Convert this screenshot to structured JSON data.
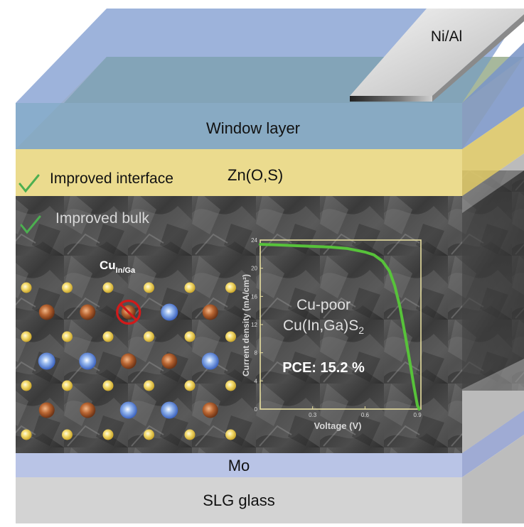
{
  "layers": {
    "contact": "Ni/Al",
    "window": "Window layer",
    "buffer": "Zn(O,S)",
    "back_contact": "Mo",
    "substrate": "SLG glass"
  },
  "improvements": [
    {
      "label": "Improved interface",
      "icon": "check-icon"
    },
    {
      "label": "Improved bulk",
      "icon": "check-icon"
    }
  ],
  "defect": {
    "label_main": "Cu",
    "label_sub": "In/Ga",
    "icon": "forbidden-icon"
  },
  "lattice": {
    "rows": [
      [
        "y",
        "y",
        "y",
        "y",
        "y",
        "y"
      ],
      [
        "b",
        "b",
        "x",
        "u",
        "b"
      ],
      [
        "y",
        "y",
        "y",
        "y",
        "y",
        "y"
      ],
      [
        "u",
        "u",
        "b",
        "b",
        "u"
      ],
      [
        "y",
        "y",
        "y",
        "y",
        "y",
        "y"
      ],
      [
        "b",
        "b",
        "u",
        "u",
        "b"
      ],
      [
        "y",
        "y",
        "y",
        "y",
        "y",
        "y"
      ]
    ]
  },
  "chart_data": {
    "type": "line",
    "xlabel": "Voltage (V)",
    "ylabel": "Current density (mA/cm²)",
    "xlim": [
      0,
      0.92
    ],
    "ylim": [
      0,
      24
    ],
    "xticks": [
      "0.3",
      "0.6",
      "0.9"
    ],
    "yticks": [
      "0",
      "4",
      "8",
      "12",
      "16",
      "20",
      "24"
    ],
    "annotations": {
      "material_line1": "Cu-poor",
      "material_line2_main": "Cu(In,Ga)S",
      "material_line2_sub": "2",
      "pce": "PCE: 15.2 %"
    },
    "series": [
      {
        "color": "#57c23a",
        "x": [
          0,
          0.1,
          0.2,
          0.3,
          0.4,
          0.5,
          0.6,
          0.65,
          0.7,
          0.74,
          0.77,
          0.8,
          0.83,
          0.86,
          0.88,
          0.9,
          0.91
        ],
        "y": [
          23.4,
          23.3,
          23.2,
          23.1,
          23.0,
          22.8,
          22.3,
          21.9,
          21.0,
          19.6,
          17.5,
          14.5,
          10.5,
          6.2,
          3.2,
          0.5,
          0
        ]
      }
    ]
  },
  "colors": {
    "window": "#8fa8d6",
    "buffer": "#e8d57a",
    "mo": "#b9c4e6",
    "glass": "#d0d0d0",
    "curve": "#57c23a",
    "check": "#4caf50",
    "forbidden": "#d11a1a"
  }
}
